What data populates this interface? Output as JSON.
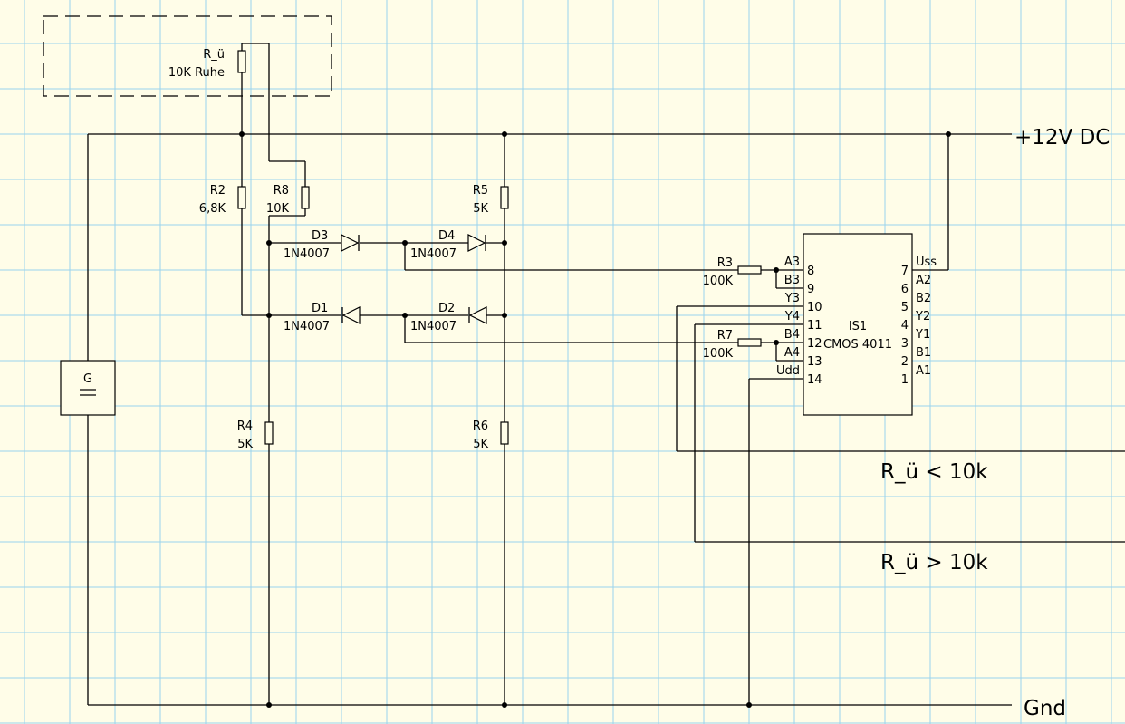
{
  "net_labels": {
    "supply": "+12V DC",
    "ground": "Gnd",
    "out_low": "R_ü < 10k",
    "out_high": "R_ü > 10k"
  },
  "components": {
    "r_u": {
      "name": "R_ü",
      "value": "10K Ruhe"
    },
    "r2": {
      "name": "R2",
      "value": "6,8K"
    },
    "r8": {
      "name": "R8",
      "value": "10K"
    },
    "r5": {
      "name": "R5",
      "value": "5K"
    },
    "r4": {
      "name": "R4",
      "value": "5K"
    },
    "r6": {
      "name": "R6",
      "value": "5K"
    },
    "r3": {
      "name": "R3",
      "value": "100K"
    },
    "r7": {
      "name": "R7",
      "value": "100K"
    },
    "d1": {
      "name": "D1",
      "value": "1N4007"
    },
    "d2": {
      "name": "D2",
      "value": "1N4007"
    },
    "d3": {
      "name": "D3",
      "value": "1N4007"
    },
    "d4": {
      "name": "D4",
      "value": "1N4007"
    },
    "g": {
      "name": "G"
    },
    "is1": {
      "name": "IS1",
      "value": "CMOS 4011"
    }
  },
  "ic_pins": {
    "left": [
      {
        "func": "A3",
        "num": "8"
      },
      {
        "func": "B3",
        "num": "9"
      },
      {
        "func": "Y3",
        "num": "10"
      },
      {
        "func": "Y4",
        "num": "11"
      },
      {
        "func": "B4",
        "num": "12"
      },
      {
        "func": "A4",
        "num": "13"
      },
      {
        "func": "Udd",
        "num": "14"
      }
    ],
    "right": [
      {
        "func": "Uss",
        "num": "7"
      },
      {
        "func": "A2",
        "num": "6"
      },
      {
        "func": "B2",
        "num": "5"
      },
      {
        "func": "Y2",
        "num": "4"
      },
      {
        "func": "Y1",
        "num": "3"
      },
      {
        "func": "B1",
        "num": "2"
      },
      {
        "func": "A1",
        "num": "1"
      }
    ]
  },
  "colors": {
    "background": "#fffde8",
    "grid": "#9ad4ee",
    "wire": "#000000"
  }
}
